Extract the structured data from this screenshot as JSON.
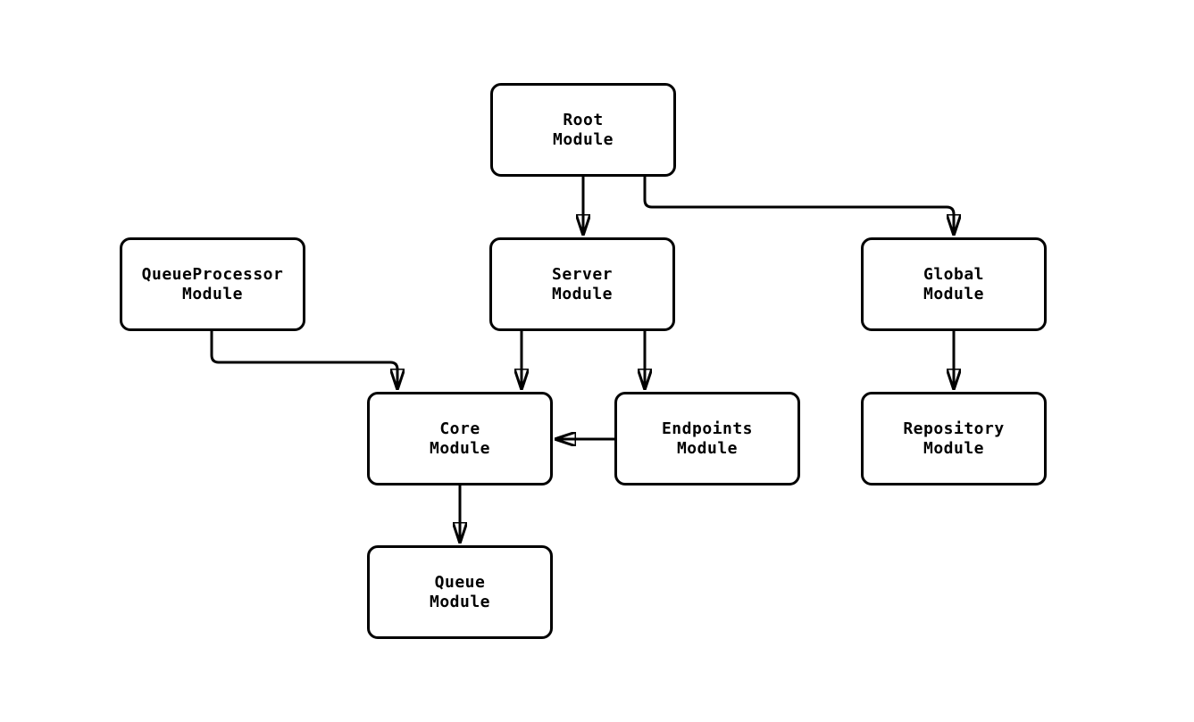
{
  "diagram": {
    "type": "module-dependency-graph",
    "nodes": [
      {
        "id": "root",
        "label": "Root\nModule"
      },
      {
        "id": "queueprocessor",
        "label": "QueueProcessor\nModule"
      },
      {
        "id": "server",
        "label": "Server\nModule"
      },
      {
        "id": "global",
        "label": "Global\nModule"
      },
      {
        "id": "core",
        "label": "Core\nModule"
      },
      {
        "id": "endpoints",
        "label": "Endpoints\nModule"
      },
      {
        "id": "repository",
        "label": "Repository\nModule"
      },
      {
        "id": "queue",
        "label": "Queue\nModule"
      }
    ],
    "edges": [
      {
        "from": "root",
        "to": "server"
      },
      {
        "from": "root",
        "to": "global"
      },
      {
        "from": "queueprocessor",
        "to": "core"
      },
      {
        "from": "server",
        "to": "core"
      },
      {
        "from": "server",
        "to": "endpoints"
      },
      {
        "from": "endpoints",
        "to": "core"
      },
      {
        "from": "global",
        "to": "repository"
      },
      {
        "from": "core",
        "to": "queue"
      }
    ],
    "colors": {
      "background": "#ffffff",
      "node_border": "#000000",
      "node_fill": "#ffffff",
      "edge": "#000000",
      "text": "#000000"
    }
  }
}
